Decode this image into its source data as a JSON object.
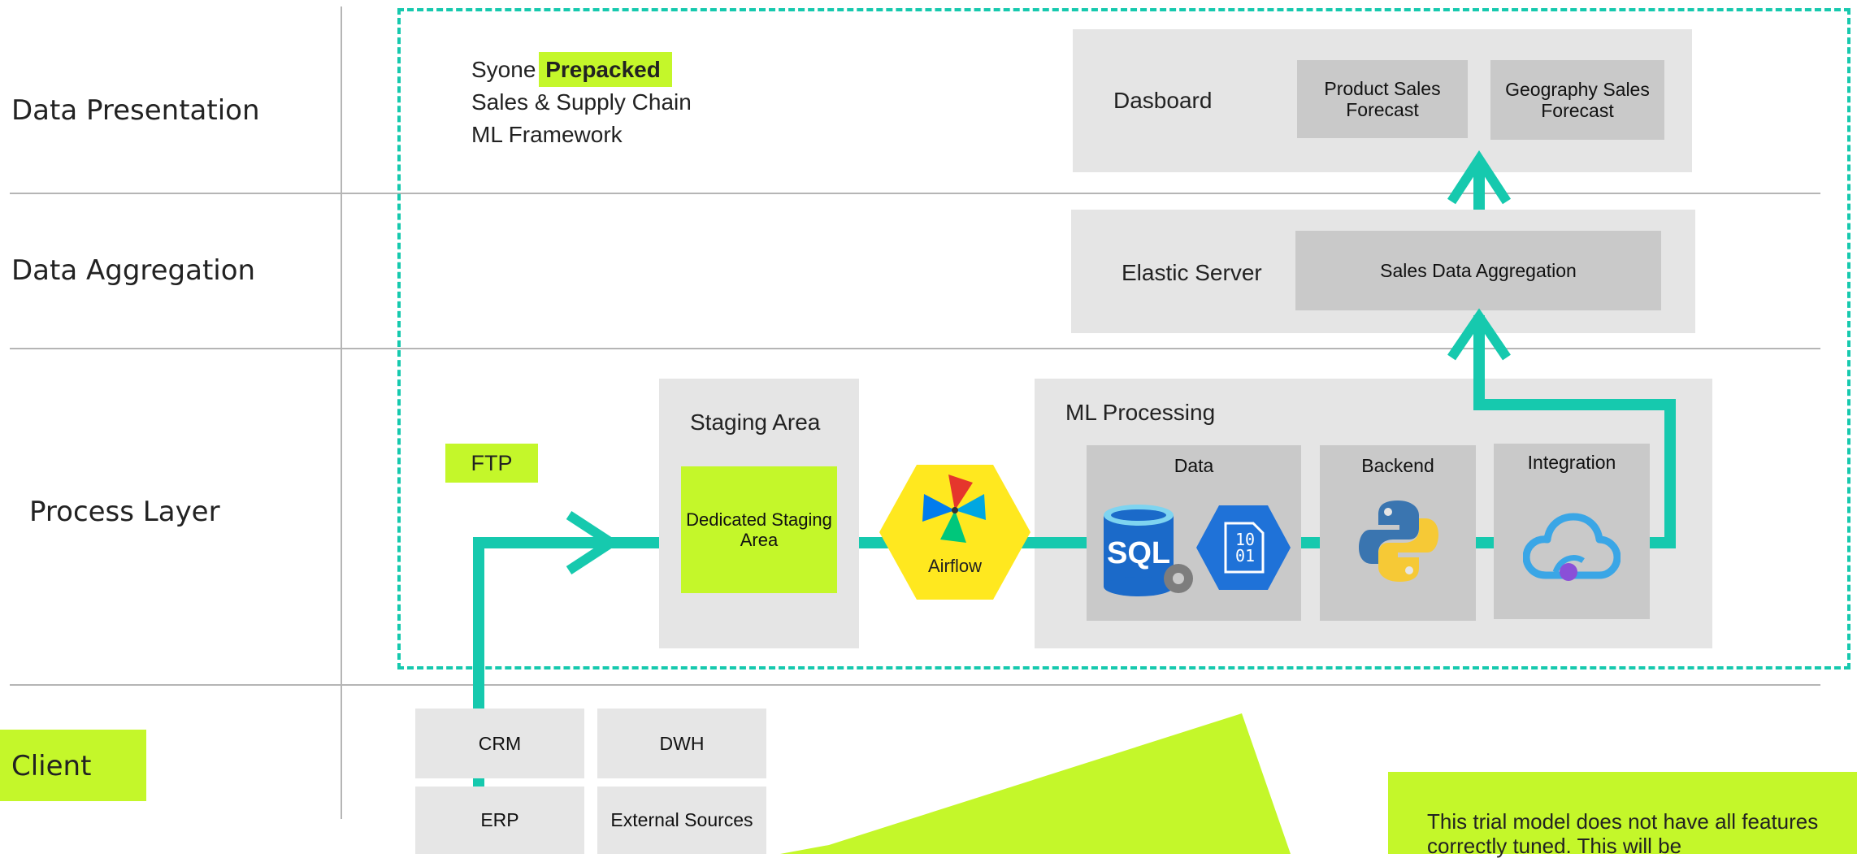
{
  "rows": {
    "presentation": "Data Presentation",
    "aggregation": "Data Aggregation",
    "process": "Process Layer",
    "client": "Client"
  },
  "brand": {
    "syone": "Syone",
    "prepacked": "Prepacked",
    "line2": "Sales & Supply Chain",
    "line3": "ML Framework"
  },
  "dashboard": {
    "title": "Dasboard",
    "product": "Product Sales Forecast",
    "geography": "Geography Sales Forecast"
  },
  "elastic": {
    "title": "Elastic Server",
    "aggregation": "Sales Data Aggregation"
  },
  "ftp": "FTP",
  "staging": {
    "title": "Staging Area",
    "dedicated": "Dedicated Staging Area"
  },
  "airflow": "Airflow",
  "ml": {
    "title": "ML Processing",
    "data": "Data",
    "backend": "Backend",
    "integration": "Integration",
    "sql": "SQL",
    "binary_top": "10",
    "binary_bottom": "01"
  },
  "sources": [
    "CRM",
    "DWH",
    "ERP",
    "External Sources"
  ],
  "note": "This trial model does not have all features correctly tuned. This will be",
  "colors": {
    "accent": "#c4f72a",
    "flow": "#16c9ae",
    "panel": "#e5e5e5",
    "box": "#c9c9c9"
  }
}
